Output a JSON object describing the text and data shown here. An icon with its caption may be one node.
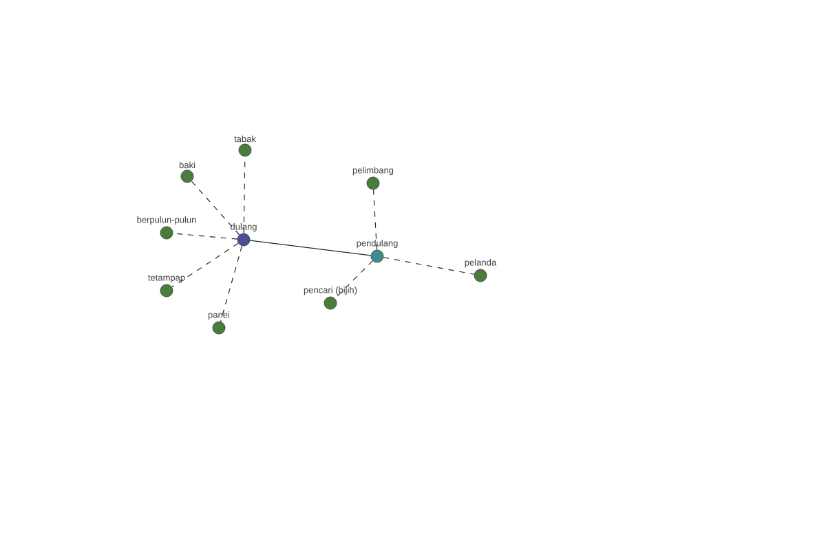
{
  "diagram": {
    "nodes": [
      {
        "text": [
          "dulang"
        ]
      },
      {
        "text": [
          "pendulang"
        ]
      },
      {
        "text": [
          "tabak"
        ]
      },
      {
        "text": [
          "baki"
        ]
      },
      {
        "text": [
          "berpulun-pulun"
        ]
      },
      {
        "text": [
          "tetampap"
        ]
      },
      {
        "text": [
          "panei"
        ]
      },
      {
        "text": [
          "pelimbang"
        ]
      },
      {
        "text": [
          "pelanda"
        ]
      },
      {
        "text": [
          "pencari (bijih)"
        ]
      }
    ],
    "edges": [
      {
        "from": 0,
        "to": 1,
        "arrow": "none"
      },
      {
        "from": 0,
        "to": 2,
        "arrow": "none",
        "style": "dashed"
      },
      {
        "from": 0,
        "to": 3,
        "arrow": "none",
        "style": "dashed"
      },
      {
        "from": 0,
        "to": 4,
        "arrow": "none",
        "style": "dashed"
      },
      {
        "from": 0,
        "to": 5,
        "arrow": "none",
        "style": "dashed"
      },
      {
        "from": 0,
        "to": 6,
        "arrow": "none",
        "style": "dashed"
      },
      {
        "from": 1,
        "to": 7,
        "arrow": "none",
        "style": "dashed"
      },
      {
        "from": 1,
        "to": 8,
        "arrow": "none",
        "style": "dashed"
      },
      {
        "from": 1,
        "to": 9,
        "arrow": "none",
        "style": "dashed"
      }
    ]
  }
}
